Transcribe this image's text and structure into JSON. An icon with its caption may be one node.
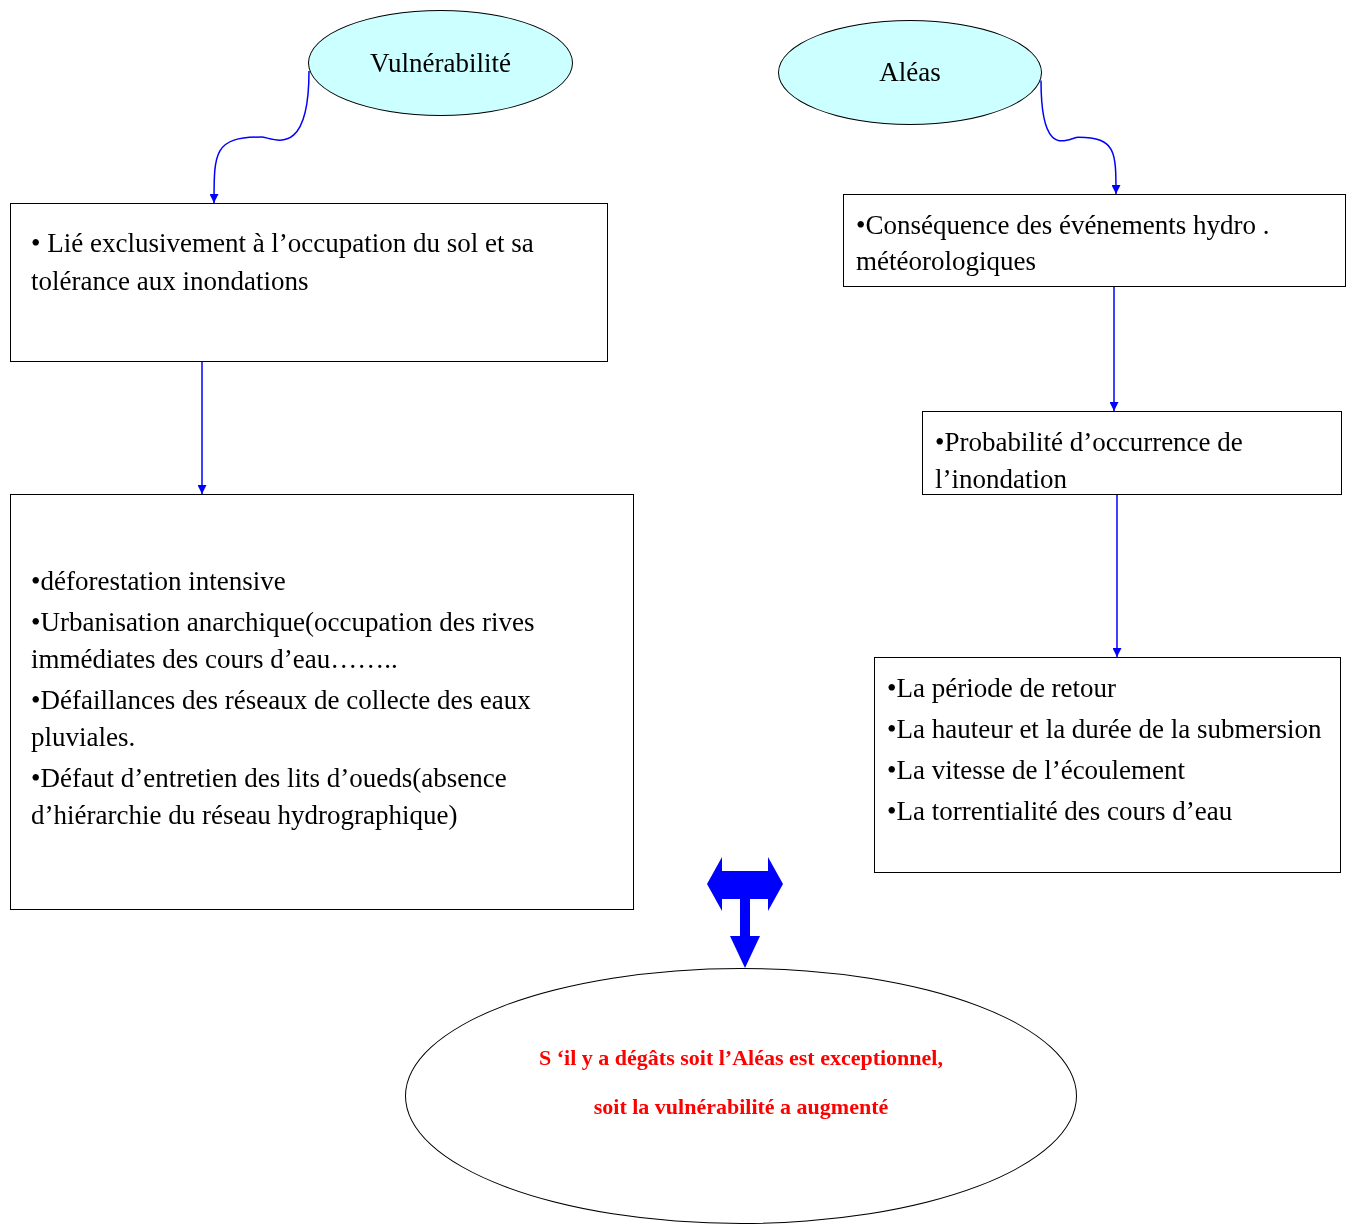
{
  "diagram": {
    "nodes": [
      {
        "text": [
          "Vulnérabilité"
        ]
      },
      {
        "text": [
          "• Lié exclusivement à l’occupation du sol et sa tolérance aux inondations"
        ]
      },
      {
        "text": [
          "•déforestation intensive",
          "•Urbanisation anarchique(occupation des rives immédiates des cours d’eau……..",
          "•Défaillances des réseaux de collecte des eaux pluviales.",
          "•Défaut d’entretien des lits d’oueds(absence d’hiérarchie du réseau hydrographique)"
        ]
      },
      {
        "text": [
          "Aléas"
        ]
      },
      {
        "text": [
          "•Conséquence des événements hydro . météorologiques"
        ]
      },
      {
        "text": [
          "•Probabilité d’occurrence de l’inondation"
        ]
      },
      {
        "text": [
          "•La période de retour",
          "•La hauteur et la durée de la submersion",
          "•La vitesse de l’écoulement",
          "•La torrentialité des cours d’eau"
        ]
      },
      {
        "text": [
          "S ‘il y a dégâts soit l’Aléas est exceptionnel,",
          "soit la vulnérabilité a augmenté"
        ]
      }
    ],
    "edges": [
      {
        "from": 0,
        "to": 1,
        "arrow": "to"
      },
      {
        "from": 1,
        "to": 2,
        "arrow": "to"
      },
      {
        "from": 3,
        "to": 4,
        "arrow": "to"
      },
      {
        "from": 4,
        "to": 5,
        "arrow": "to"
      },
      {
        "from": 5,
        "to": 6,
        "arrow": "to"
      },
      {
        "from": null,
        "to": 7,
        "arrow": "to",
        "style": "thick"
      }
    ]
  }
}
